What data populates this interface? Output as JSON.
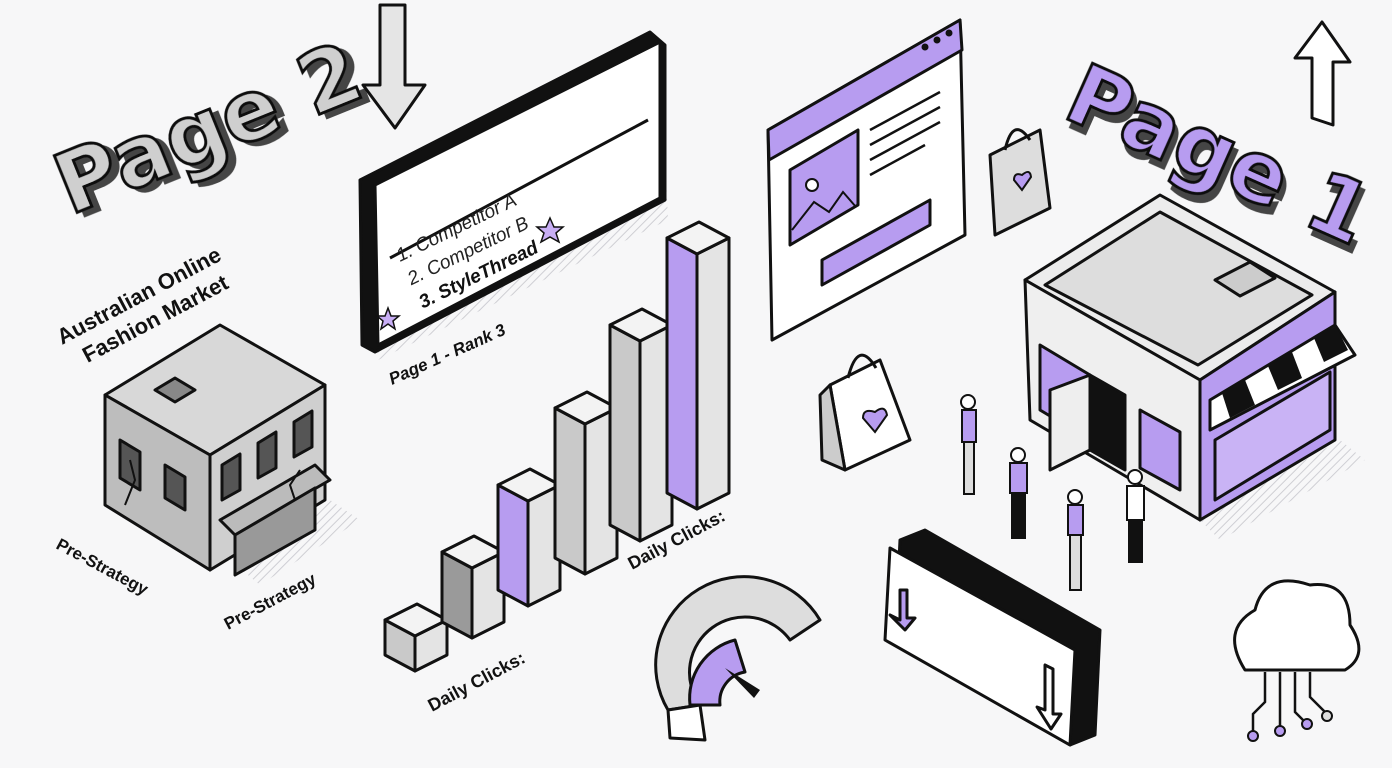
{
  "left": {
    "title": "Page 2",
    "market_label_line1": "Australian Online",
    "market_label_line2": "Fashion Market",
    "pre_strategy_1": "Pre-Strategy",
    "pre_strategy_2": "Pre-Strategy"
  },
  "search_results": {
    "items": [
      "1. Competitor A",
      "2. Competitor B",
      "3. StyleThread"
    ],
    "caption": "Page 1 - Rank 3"
  },
  "chart": {
    "label_1": "Daily Clicks:",
    "label_2": "Daily Clicks:"
  },
  "right": {
    "title": "Page 1"
  },
  "colors": {
    "accent": "#b79cf0",
    "gray": "#c9c9c9",
    "outline": "#111111",
    "background": "#f7f7f8"
  }
}
